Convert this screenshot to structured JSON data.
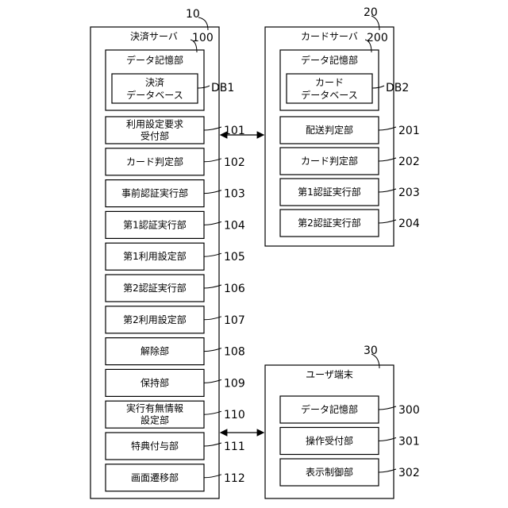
{
  "payment_server": {
    "ref": "10",
    "title": "決済サーバ",
    "storage": {
      "ref": "100",
      "title": "データ記憶部",
      "db": {
        "ref": "DB1",
        "lines": [
          "決済",
          "データベース"
        ]
      }
    },
    "modules": [
      {
        "lines": [
          "利用設定要求",
          "受付部"
        ],
        "ref": "101"
      },
      {
        "lines": [
          "カード判定部"
        ],
        "ref": "102"
      },
      {
        "lines": [
          "事前認証実行部"
        ],
        "ref": "103"
      },
      {
        "lines": [
          "第1認証実行部"
        ],
        "ref": "104"
      },
      {
        "lines": [
          "第1利用設定部"
        ],
        "ref": "105"
      },
      {
        "lines": [
          "第2認証実行部"
        ],
        "ref": "106"
      },
      {
        "lines": [
          "第2利用設定部"
        ],
        "ref": "107"
      },
      {
        "lines": [
          "解除部"
        ],
        "ref": "108"
      },
      {
        "lines": [
          "保持部"
        ],
        "ref": "109"
      },
      {
        "lines": [
          "実行有無情報",
          "設定部"
        ],
        "ref": "110"
      },
      {
        "lines": [
          "特典付与部"
        ],
        "ref": "111"
      },
      {
        "lines": [
          "画面遷移部"
        ],
        "ref": "112"
      }
    ]
  },
  "card_server": {
    "ref": "20",
    "title": "カードサーバ",
    "storage": {
      "ref": "200",
      "title": "データ記憶部",
      "db": {
        "ref": "DB2",
        "lines": [
          "カード",
          "データベース"
        ]
      }
    },
    "modules": [
      {
        "lines": [
          "配送判定部"
        ],
        "ref": "201"
      },
      {
        "lines": [
          "カード判定部"
        ],
        "ref": "202"
      },
      {
        "lines": [
          "第1認証実行部"
        ],
        "ref": "203"
      },
      {
        "lines": [
          "第2認証実行部"
        ],
        "ref": "204"
      }
    ]
  },
  "user_terminal": {
    "ref": "30",
    "title": "ユーザ端末",
    "modules": [
      {
        "lines": [
          "データ記憶部"
        ],
        "ref": "300"
      },
      {
        "lines": [
          "操作受付部"
        ],
        "ref": "301"
      },
      {
        "lines": [
          "表示制御部"
        ],
        "ref": "302"
      }
    ]
  }
}
